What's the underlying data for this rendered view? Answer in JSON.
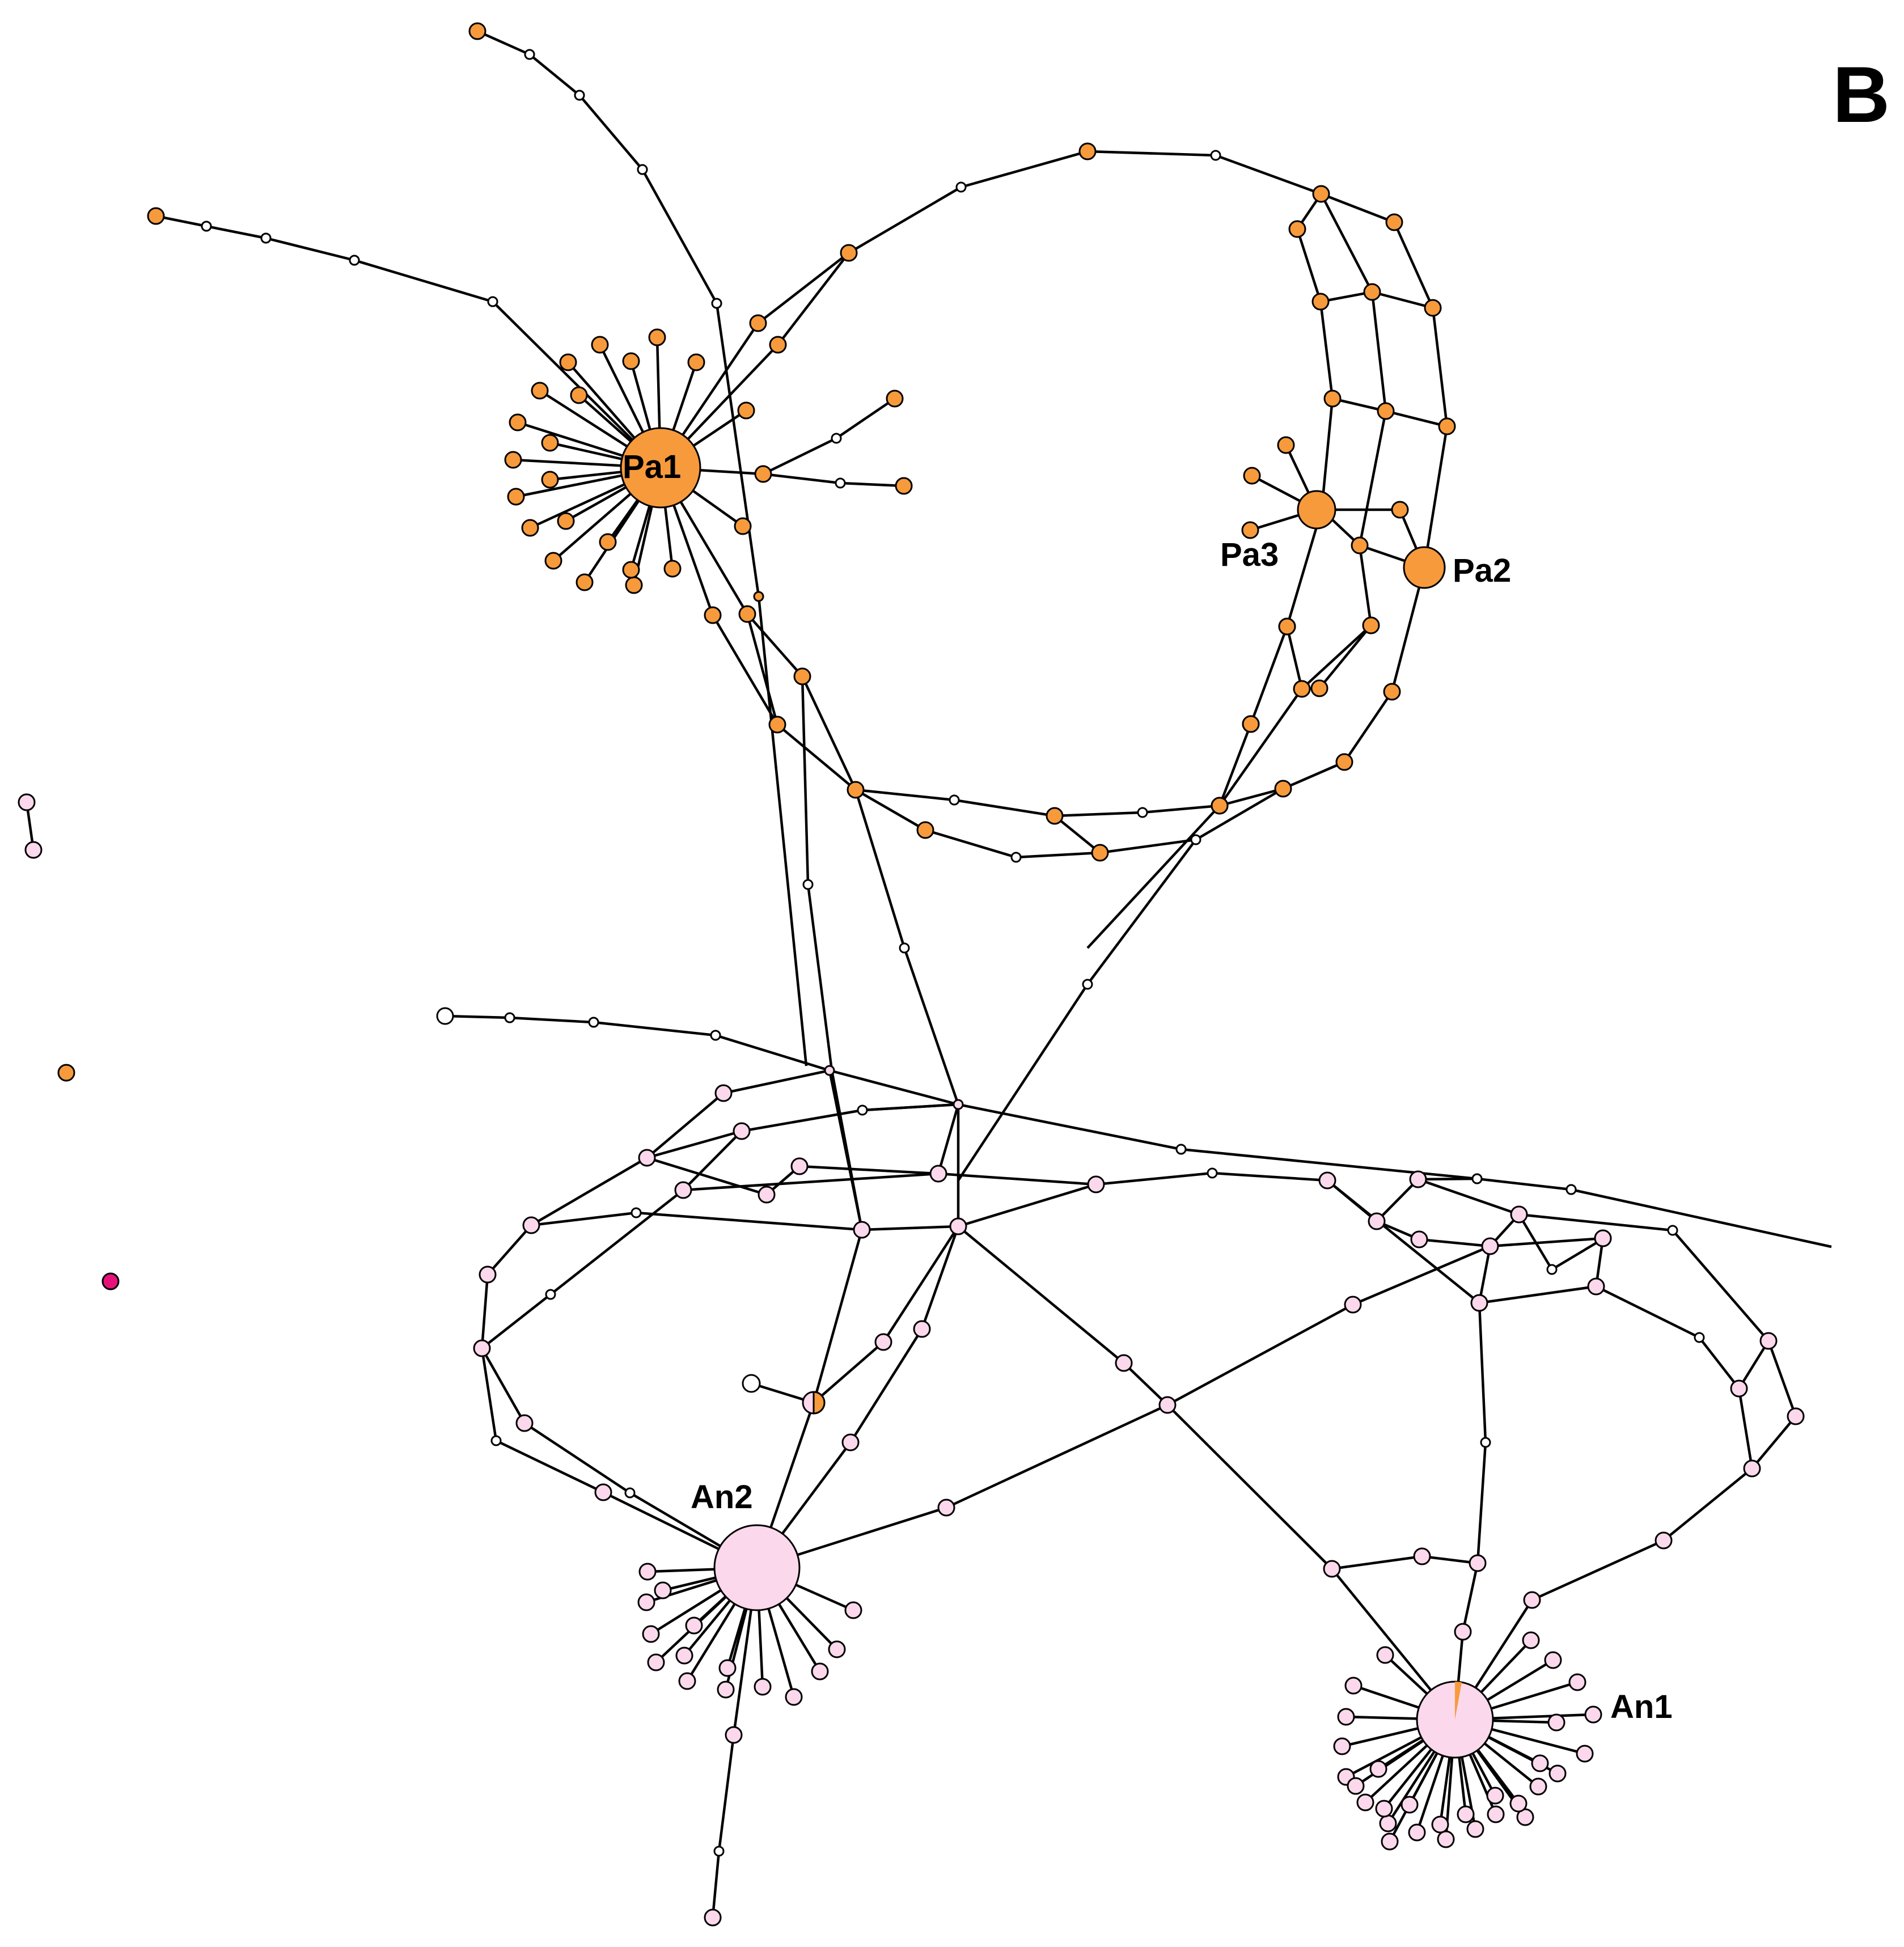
{
  "panel_label": "B",
  "hubs": {
    "pa1": "Pa1",
    "pa2": "Pa2",
    "pa3": "Pa3",
    "an1": "An1",
    "an2": "An2"
  },
  "colors": {
    "orange": "#f79a3c",
    "pink": "#fcd8ec",
    "magenta": "#e6127a",
    "white": "#ffffff",
    "edge": "#000000"
  }
}
